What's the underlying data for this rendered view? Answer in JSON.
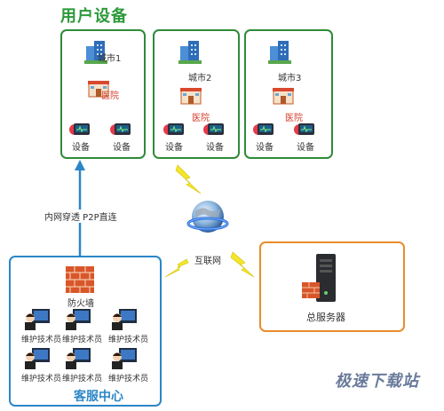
{
  "user_devices": {
    "title": "用户设备",
    "cities": [
      {
        "city": "城市1",
        "hospital": "医院",
        "devices": [
          "设备",
          "设备"
        ]
      },
      {
        "city": "城市2",
        "hospital": "医院",
        "devices": [
          "设备",
          "设备"
        ]
      },
      {
        "city": "城市3",
        "hospital": "医院",
        "devices": [
          "设备",
          "设备"
        ]
      }
    ]
  },
  "connection_label": "内网穿透 P2P直连",
  "internet_label": "互联网",
  "server": {
    "label": "总服务器"
  },
  "service_center": {
    "title": "客服中心",
    "firewall": "防火墙",
    "staff": [
      "维护技术员",
      "维护技术员",
      "维护技术员",
      "维护技术员",
      "维护技术员",
      "维护技术员"
    ]
  },
  "watermark": "极速下载站",
  "colors": {
    "green": "#2f8b39",
    "blue": "#2b86c8",
    "orange": "#e88d2a",
    "title_green": "#2c9a3a",
    "bolt": "#f2e62b"
  }
}
